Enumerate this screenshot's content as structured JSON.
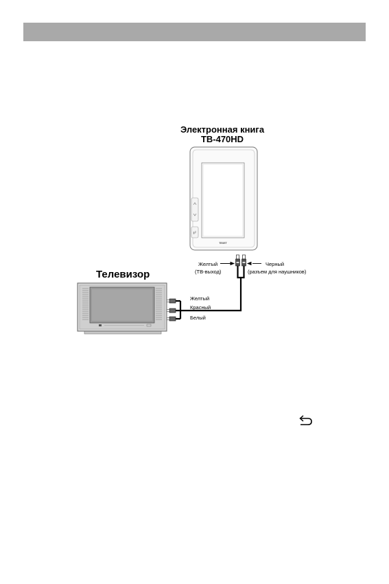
{
  "device": {
    "title_line1": "Электронная книга",
    "title_line2": "TB-470HD",
    "logo": "TEXET"
  },
  "tv": {
    "title": "Телевизор"
  },
  "plugs": {
    "yellow_label": "Желтый",
    "yellow_sub": "(ТВ-выход)",
    "black_label": "Черный",
    "black_sub": "(разъем для наушников)"
  },
  "tv_inputs": [
    "Желтый",
    "Красный",
    "Белый"
  ],
  "icons": {
    "back": "return-arrow-icon"
  }
}
